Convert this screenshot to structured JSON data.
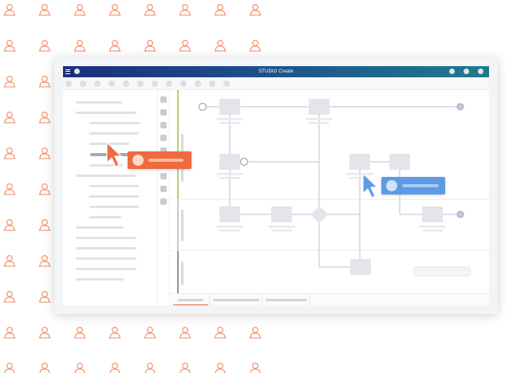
{
  "window": {
    "title": "STUDIO Create"
  },
  "colors": {
    "titlebar_start": "#1b2f7a",
    "titlebar_end": "#1f7b8e",
    "pattern_icon": "#f08a5d",
    "orange_accent": "#ee6a40",
    "blue_accent": "#5b9be6",
    "swimlane_green": "#8dc63f",
    "node_fill": "#e3e5ea",
    "connector": "#b8c2d8"
  },
  "icons": {
    "background_pattern": "user-icon",
    "titlebar_left": "menu-icon",
    "titlebar_right": [
      "window-dot-icon",
      "window-dot-icon",
      "window-dot-icon"
    ],
    "cursors": [
      "arrow-cursor-icon",
      "arrow-cursor-icon"
    ]
  },
  "collaborators": [
    {
      "cursor_color": "#ee6a40",
      "badge": "orange"
    },
    {
      "cursor_color": "#5b9be6",
      "badge": "blue"
    }
  ]
}
